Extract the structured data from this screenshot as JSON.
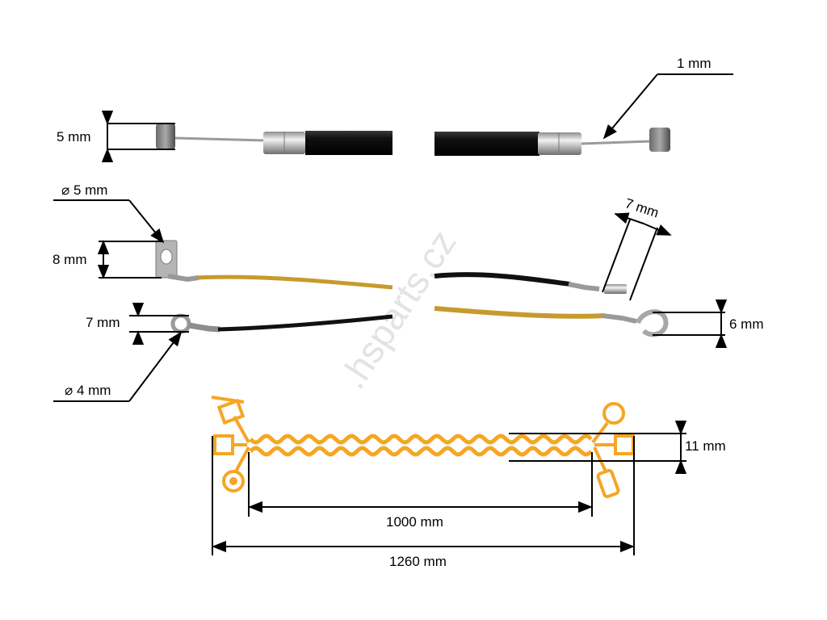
{
  "watermark": ".hsparts.cz",
  "labels": {
    "nipple_top_left": "5 mm",
    "wire_top_right": "1 mm",
    "eye_dia_left": "⌀ 5 mm",
    "eye_height_left": "8 mm",
    "ring_height_left": "7 mm",
    "ring_dia_left": "⌀ 4 mm",
    "sleeve_right": "7 mm",
    "hook_right": "6 mm",
    "heater_height": "11 mm",
    "inner_length": "1000 mm",
    "total_length": "1260 mm"
  },
  "colors": {
    "heater": "#f5a623",
    "wire_yellow": "#c79a2e",
    "wire_black": "#111111",
    "cable_black": "#0c0c0c",
    "metal": "#b8b8b8"
  }
}
